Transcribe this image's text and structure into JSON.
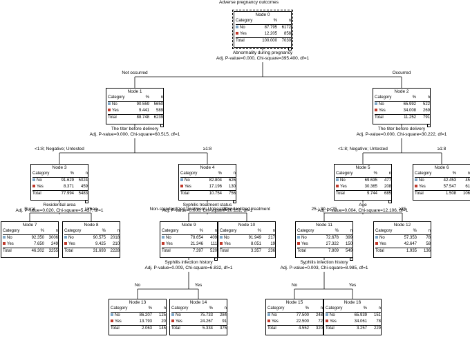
{
  "title": "Adverse pregnancy outcomes",
  "colors": {
    "no": "#7fa8c9",
    "yes": "#c0392b",
    "line": "#000000"
  },
  "headers": {
    "category": "Category",
    "percent": "%",
    "n": "n",
    "total": "Total"
  },
  "nodes": [
    {
      "id": "0",
      "label": "Node 0",
      "no_label": "No",
      "no_pct": "87.795",
      "no_n": "6172",
      "yes_label": "Yes",
      "yes_pct": "12.205",
      "yes_n": "858",
      "total_pct": "100.000",
      "total_n": "7030"
    },
    {
      "id": "1",
      "label": "Node 1",
      "no_label": "No",
      "no_pct": "90.559",
      "no_n": "5650",
      "yes_label": "Yes",
      "yes_pct": "9.441",
      "yes_n": "589",
      "total_pct": "88.748",
      "total_n": "6239"
    },
    {
      "id": "2",
      "label": "Node 2",
      "no_label": "No",
      "no_pct": "65.992",
      "no_n": "522",
      "yes_label": "Yes",
      "yes_pct": "34.008",
      "yes_n": "269",
      "total_pct": "11.252",
      "total_n": "791"
    },
    {
      "id": "3",
      "label": "Node 3",
      "no_label": "No",
      "no_pct": "91.629",
      "no_n": "5024",
      "yes_label": "Yes",
      "yes_pct": "8.371",
      "yes_n": "459",
      "total_pct": "77.994",
      "total_n": "5483"
    },
    {
      "id": "4",
      "label": "Node 4",
      "no_label": "No",
      "no_pct": "82.804",
      "no_n": "626",
      "yes_label": "Yes",
      "yes_pct": "17.196",
      "yes_n": "130",
      "total_pct": "10.754",
      "total_n": "756"
    },
    {
      "id": "5",
      "label": "Node 5",
      "no_label": "No",
      "no_pct": "69.635",
      "no_n": "477",
      "yes_label": "Yes",
      "yes_pct": "30.365",
      "yes_n": "208",
      "total_pct": "9.744",
      "total_n": "685"
    },
    {
      "id": "6",
      "label": "Node 6",
      "no_label": "No",
      "no_pct": "42.453",
      "no_n": "45",
      "yes_label": "Yes",
      "yes_pct": "57.547",
      "yes_n": "61",
      "total_pct": "1.508",
      "total_n": "106"
    },
    {
      "id": "7",
      "label": "Node 7",
      "no_label": "No",
      "no_pct": "92.350",
      "no_n": "3006",
      "yes_label": "Yes",
      "yes_pct": "7.650",
      "yes_n": "249",
      "total_pct": "46.302",
      "total_n": "3255"
    },
    {
      "id": "8",
      "label": "Node 8",
      "no_label": "No",
      "no_pct": "90.575",
      "no_n": "2018",
      "yes_label": "Yes",
      "yes_pct": "9.425",
      "yes_n": "210",
      "total_pct": "31.693",
      "total_n": "2228"
    },
    {
      "id": "9",
      "label": "Node 9",
      "no_label": "No",
      "no_pct": "78.654",
      "no_n": "409",
      "yes_label": "Yes",
      "yes_pct": "21.346",
      "yes_n": "111",
      "total_pct": "7.397",
      "total_n": "520"
    },
    {
      "id": "10",
      "label": "Node 10",
      "no_label": "No",
      "no_pct": "91.949",
      "no_n": "217",
      "yes_label": "Yes",
      "yes_pct": "8.051",
      "yes_n": "19",
      "total_pct": "3.357",
      "total_n": "236"
    },
    {
      "id": "11",
      "label": "Node 11",
      "no_label": "No",
      "no_pct": "72.678",
      "no_n": "399",
      "yes_label": "Yes",
      "yes_pct": "27.322",
      "yes_n": "150",
      "total_pct": "7.809",
      "total_n": "549"
    },
    {
      "id": "12",
      "label": "Node 12",
      "no_label": "No",
      "no_pct": "57.353",
      "no_n": "78",
      "yes_label": "Yes",
      "yes_pct": "42.647",
      "yes_n": "58",
      "total_pct": "1.935",
      "total_n": "136"
    },
    {
      "id": "13",
      "label": "Node 13",
      "no_label": "No",
      "no_pct": "86.207",
      "no_n": "125",
      "yes_label": "Yes",
      "yes_pct": "13.793",
      "yes_n": "20",
      "total_pct": "2.063",
      "total_n": "145"
    },
    {
      "id": "14",
      "label": "Node 14",
      "no_label": "No",
      "no_pct": "75.733",
      "no_n": "284",
      "yes_label": "Yes",
      "yes_pct": "24.267",
      "yes_n": "91",
      "total_pct": "5.334",
      "total_n": "375"
    },
    {
      "id": "15",
      "label": "Node 15",
      "no_label": "No",
      "no_pct": "77.500",
      "no_n": "248",
      "yes_label": "Yes",
      "yes_pct": "22.500",
      "yes_n": "72",
      "total_pct": "4.552",
      "total_n": "320"
    },
    {
      "id": "16",
      "label": "Node 16",
      "no_label": "No",
      "no_pct": "65.939",
      "no_n": "151",
      "yes_label": "Yes",
      "yes_pct": "34.061",
      "yes_n": "78",
      "total_pct": "3.257",
      "total_n": "229"
    }
  ],
  "splits": {
    "s0": {
      "variable": "Abnormality during pregnancy",
      "stats": "Adj. P-value=0.000, Chi-square=395.400, df=1"
    },
    "s1": {
      "variable": "The titer before delivery",
      "stats": "Adj. P-value=0.000, Chi-square=60.515, df=1"
    },
    "s2": {
      "variable": "The titer before delivery",
      "stats": "Adj. P-value=0.000, Chi-square=30.222, df=1"
    },
    "s3": {
      "variable": "Residential area",
      "stats": "Adj. P-value=0.020, Chi-square=5.437, df=1"
    },
    "s4": {
      "variable": "Syphilis treatment status",
      "stats": "Adj. P-value=0.000, Chi-square=20.152, df=1"
    },
    "s5": {
      "variable": "Age",
      "stats": "Adj. P-value=0.004, Chi-square=12.106, df=1"
    },
    "s9": {
      "variable": "Syphilis infection history",
      "stats": "Adj. P-value=0.009, Chi-square=6.832, df=1"
    },
    "s11": {
      "variable": "Syphilis infection history",
      "stats": "Adj. P-value=0.003, Chi-square=8.985, df=1"
    }
  },
  "branches": {
    "b1": "Not occurred",
    "b2": "Occurred",
    "b3": "<1:8; Negative; Untested",
    "b4": "≥1:8",
    "b5": "<1:8; Negative; Untested",
    "b6": "≥1:8",
    "b7": "Rural",
    "b8": "Urban",
    "b9": "Non-standardized treatment; Untreated",
    "b10": "Standardized treatment",
    "b11": "25-; 30-; <25",
    "b12": "≥35",
    "b13": "No",
    "b14": "Yes",
    "b15": "No",
    "b16": "Yes"
  }
}
